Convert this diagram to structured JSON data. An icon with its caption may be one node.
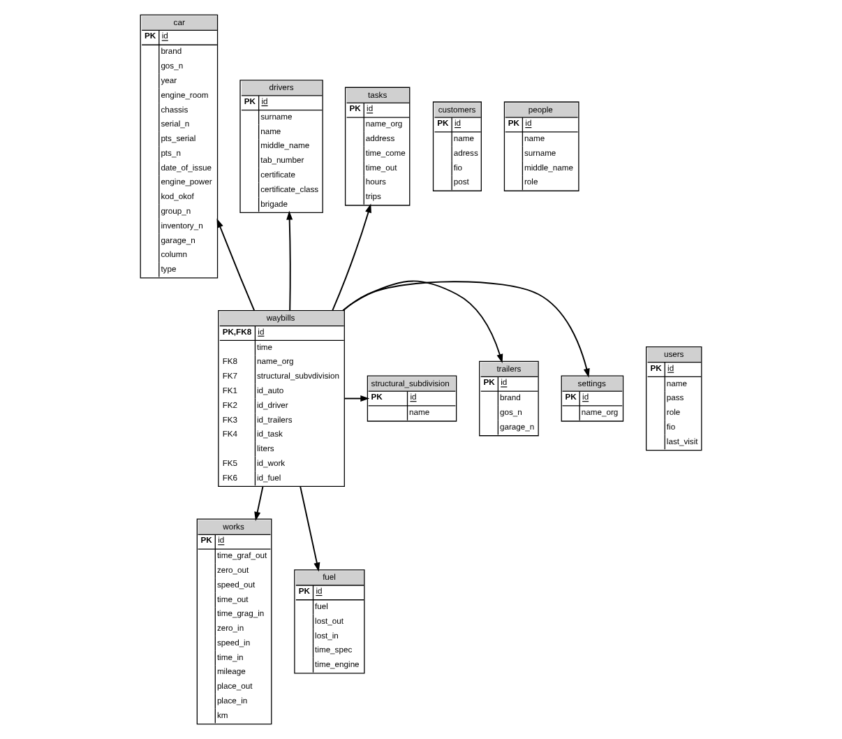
{
  "diagram": {
    "nodes": [
      {
        "text": [
          "car",
          "PK",
          "id",
          "brand",
          "gos_n",
          "year",
          "engine_room",
          "chassis",
          "serial_n",
          "pts_serial",
          "pts_n",
          "date_of_issue",
          "engine_power",
          "kod_okof",
          "group_n",
          "inventory_n",
          "garage_n",
          "column",
          "type"
        ]
      },
      {
        "text": [
          "drivers",
          "PK",
          "id",
          "surname",
          "name",
          "middle_name",
          "tab_number",
          "certificate",
          "certificate_class",
          "brigade"
        ]
      },
      {
        "text": [
          "customers",
          "PK",
          "id",
          "name",
          "adress",
          "fio",
          "post"
        ]
      },
      {
        "text": [
          "people",
          "PK",
          "id",
          "name",
          "surname",
          "middle_name",
          "role"
        ]
      },
      {
        "text": [
          "tasks",
          "PK",
          "id",
          "name_org",
          "address",
          "time_come",
          "time_out",
          "hours",
          "trips"
        ]
      },
      {
        "text": [
          "users",
          "PK",
          "id",
          "name",
          "pass",
          "role",
          "fio",
          "last_visit"
        ]
      },
      {
        "text": [
          "waybills",
          "PK,FK8",
          "id",
          "time",
          "FK8",
          "name_org",
          "FK7",
          "structural_subvdivision",
          "FK1",
          "id_auto",
          "FK2",
          "id_driver",
          "FK3",
          "id_trailers",
          "FK4",
          "id_task",
          "liters",
          "FK5",
          "id_work",
          "FK6",
          "id_fuel"
        ]
      },
      {
        "text": [
          "structural_subdivision",
          "PK",
          "id",
          "name"
        ]
      },
      {
        "text": [
          "trailers",
          "PK",
          "id",
          "brand",
          "gos_n",
          "garage_n"
        ]
      },
      {
        "text": [
          "settings",
          "PK",
          "id",
          "name_org"
        ]
      },
      {
        "text": [
          "works",
          "PK",
          "id",
          "time_graf_out",
          "zero_out",
          "speed_out",
          "time_out",
          "time_grag_in",
          "zero_in",
          "speed_in",
          "time_in",
          "mileage",
          "place_out",
          "place_in",
          "km"
        ]
      },
      {
        "text": [
          "fuel",
          "PK",
          "id",
          "fuel",
          "lost_out",
          "lost_in",
          "time_spec",
          "time_engine"
        ]
      }
    ],
    "edges": [
      {
        "from": 6,
        "to": 1,
        "arrow": "to"
      },
      {
        "from": 6,
        "to": 4,
        "arrow": "to"
      },
      {
        "from": 6,
        "to": 0,
        "arrow": "to"
      },
      {
        "from": 6,
        "to": 7,
        "arrow": "to"
      },
      {
        "from": 6,
        "to": 8,
        "arrow": "to"
      },
      {
        "from": 6,
        "to": 9,
        "arrow": "to"
      },
      {
        "from": 6,
        "to": 11,
        "arrow": "to"
      },
      {
        "from": 6,
        "to": 10,
        "arrow": "to"
      }
    ]
  }
}
